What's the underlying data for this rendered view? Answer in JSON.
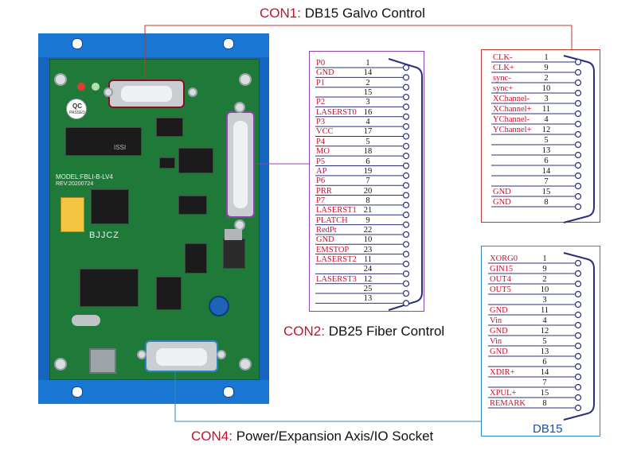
{
  "captions": {
    "con1": {
      "code": "CON1:",
      "text": "DB15 Galvo Control"
    },
    "con2": {
      "code": "CON2:",
      "text": "DB25 Fiber Control"
    },
    "con4": {
      "code": "CON4:",
      "text": "Power/Expansion Axis/IO Socket"
    }
  },
  "board": {
    "model": "MODEL:FBLI-B-LV4",
    "rev": "REV:20200724",
    "brand": "BJJCZ",
    "chip_label": "ISSI",
    "qc": "QC",
    "qc_sub": "PASSED"
  },
  "con2": {
    "rows": [
      {
        "label": "P0",
        "pin": "1"
      },
      {
        "label": "GND",
        "pin": "14"
      },
      {
        "label": "P1",
        "pin": "2"
      },
      {
        "label": "",
        "pin": "15"
      },
      {
        "label": "P2",
        "pin": "3"
      },
      {
        "label": "LASERST0",
        "pin": "16"
      },
      {
        "label": "P3",
        "pin": "4"
      },
      {
        "label": "VCC",
        "pin": "17"
      },
      {
        "label": "P4",
        "pin": "5"
      },
      {
        "label": "MO",
        "pin": "18"
      },
      {
        "label": "P5",
        "pin": "6"
      },
      {
        "label": "AP",
        "pin": "19"
      },
      {
        "label": "P6",
        "pin": "7"
      },
      {
        "label": "PRR",
        "pin": "20"
      },
      {
        "label": "P7",
        "pin": "8"
      },
      {
        "label": "LASERST1",
        "pin": "21"
      },
      {
        "label": "PLATCH",
        "pin": "9"
      },
      {
        "label": "RedPt",
        "pin": "22"
      },
      {
        "label": "GND",
        "pin": "10"
      },
      {
        "label": "EMSTOP",
        "pin": "23"
      },
      {
        "label": "LASERST2",
        "pin": "11"
      },
      {
        "label": "",
        "pin": "24"
      },
      {
        "label": "LASERST3",
        "pin": "12"
      },
      {
        "label": "",
        "pin": "25"
      },
      {
        "label": "",
        "pin": "13"
      }
    ]
  },
  "con1": {
    "rows": [
      {
        "label": "CLK-",
        "pin": "1"
      },
      {
        "label": "CLK+",
        "pin": "9"
      },
      {
        "label": "sync-",
        "pin": "2"
      },
      {
        "label": "sync+",
        "pin": "10"
      },
      {
        "label": "XChannel-",
        "pin": "3"
      },
      {
        "label": "XChannel+",
        "pin": "11"
      },
      {
        "label": "YChannel-",
        "pin": "4"
      },
      {
        "label": "YChannel+",
        "pin": "12"
      },
      {
        "label": "",
        "pin": "5"
      },
      {
        "label": "",
        "pin": "13"
      },
      {
        "label": "",
        "pin": "6"
      },
      {
        "label": "",
        "pin": "14"
      },
      {
        "label": "",
        "pin": "7"
      },
      {
        "label": "GND",
        "pin": "15"
      },
      {
        "label": "GND",
        "pin": "8"
      }
    ]
  },
  "con4": {
    "title": "DB15",
    "rows": [
      {
        "label": "XORG0",
        "pin": "1"
      },
      {
        "label": "GIN15",
        "pin": "9"
      },
      {
        "label": "OUT4",
        "pin": "2"
      },
      {
        "label": "OUT5",
        "pin": "10"
      },
      {
        "label": "",
        "pin": "3"
      },
      {
        "label": "GND",
        "pin": "11"
      },
      {
        "label": "Vin",
        "pin": "4"
      },
      {
        "label": "GND",
        "pin": "12"
      },
      {
        "label": "Vin",
        "pin": "5"
      },
      {
        "label": "GND",
        "pin": "13"
      },
      {
        "label": "",
        "pin": "6"
      },
      {
        "label": "XDIR+",
        "pin": "14"
      },
      {
        "label": "",
        "pin": "7"
      },
      {
        "label": "XPUL+",
        "pin": "15"
      },
      {
        "label": "REMARK",
        "pin": "8"
      }
    ]
  },
  "colors": {
    "accent_red": "#c8102e",
    "panel_purple": "#8e44ad",
    "panel_red": "#c0392b",
    "panel_blue": "#2e86c1",
    "board_green": "#1f7a3a",
    "case_blue": "#1565c0"
  }
}
